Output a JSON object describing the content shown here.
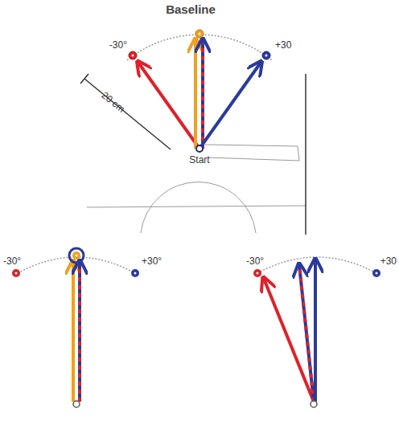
{
  "diagram": {
    "title": "Baseline",
    "labels": [
      "-30°",
      "+30",
      "20 cm",
      "Start",
      "-30°",
      "+30°",
      "-30°",
      "+30"
    ]
  }
}
